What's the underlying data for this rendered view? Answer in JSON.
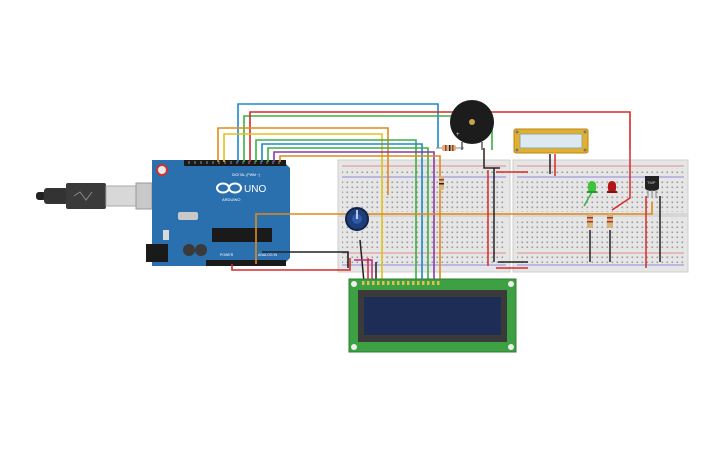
{
  "board": {
    "brand": "ARDUINO",
    "model": "UNO",
    "digital_label": "DIGITAL (PWM ~)",
    "power_label": "POWER",
    "analog_label": "ANALOG IN"
  },
  "sensor": {
    "label": "TMP"
  },
  "colors": {
    "board": "#2a6fae",
    "breadboard": "#e6e6e6",
    "lcd_pcb": "#3da144",
    "lcd_screen": "#1e2d55",
    "wire_red": "#d62a2a",
    "wire_blue": "#1e88c8",
    "wire_orange": "#e08a1a",
    "wire_yellow": "#e0c21a",
    "wire_green": "#3cb043",
    "wire_purple": "#8a3aa8",
    "wire_black": "#222222",
    "wire_magenta": "#c4267a",
    "led_green": "#3cc23c",
    "led_red": "#b01818"
  },
  "components": [
    "arduino-uno",
    "usb-cable",
    "breadboard-left",
    "breadboard-right",
    "lcd-16x2",
    "potentiometer",
    "piezo-buzzer",
    "slide-potentiometer",
    "led-green",
    "led-red",
    "temperature-sensor",
    "resistor"
  ]
}
